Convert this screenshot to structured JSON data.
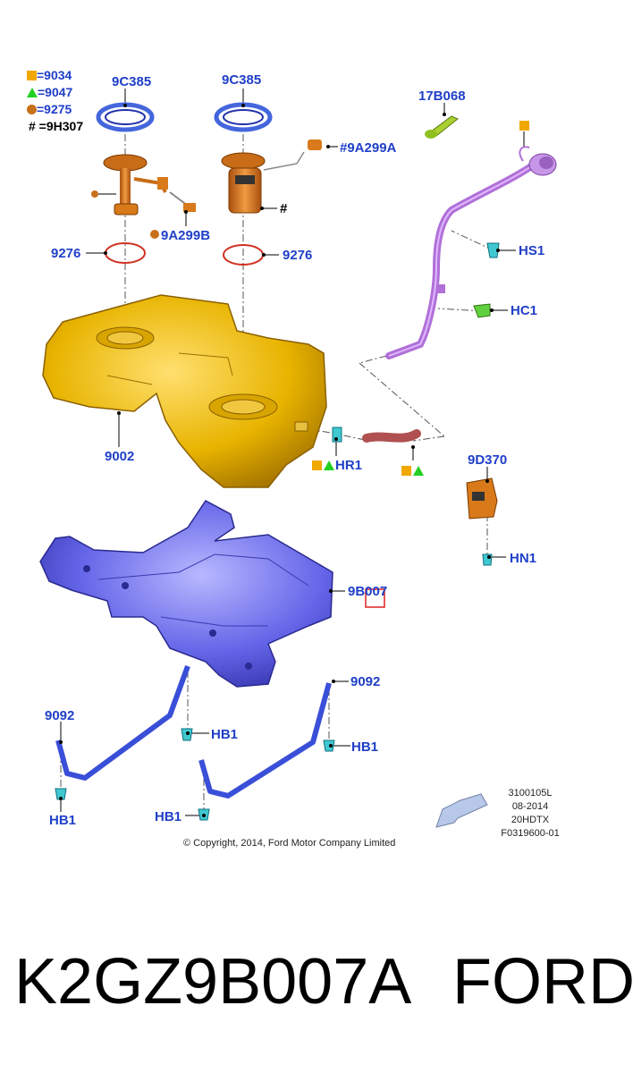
{
  "legend": [
    {
      "symbol": "square",
      "text": "=9034"
    },
    {
      "symbol": "triangle",
      "text": "=9047"
    },
    {
      "symbol": "circle",
      "text": "=9275"
    },
    {
      "symbol": "hash",
      "text": "# =9H307"
    }
  ],
  "parts": {
    "p9c385_left": "9C385",
    "p9c385_right": "9C385",
    "p17b068": "17B068",
    "p9a299a": "#9A299A",
    "p9a299b": "9A299B",
    "p9276_left": "9276",
    "p9276_right": "9276",
    "hs1": "HS1",
    "hc1": "HC1",
    "p9002": "9002",
    "hr1": "HR1",
    "p9d370": "9D370",
    "hn1": "HN1",
    "p9b007": "9B007",
    "p9092_right": "9092",
    "p9092_left": "9092",
    "hb1_a": "HB1",
    "hb1_b": "HB1",
    "hb1_c": "HB1",
    "hb1_d": "HB1",
    "hash_mark": "#"
  },
  "reference": {
    "line1": "3100105L",
    "line2": "08-2014",
    "line3": "20HDTX",
    "line4": "F0319600-01"
  },
  "copyright": "© Copyright, 2014, Ford Motor Company Limited",
  "caption": {
    "part_number": "K2GZ9B007A",
    "brand": "FORD"
  },
  "colors": {
    "label_blue": "#1f3fc8",
    "tank_yellow": "#e8b400",
    "shield_blue": "#5555e0",
    "strap_blue": "#3a4fd8",
    "filler_purple": "#b070d8",
    "pump_orange": "#d87a1a",
    "oring_red": "#d03020",
    "highlight_red": "#e02020"
  }
}
